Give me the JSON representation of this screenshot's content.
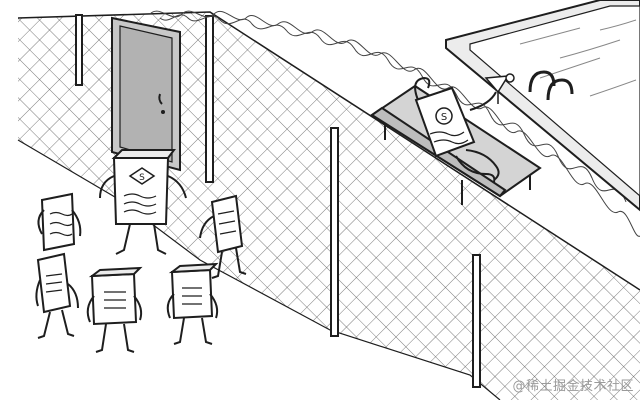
{
  "scene": {
    "title": "",
    "characters": {
      "pool_character_emblem": "S",
      "boss_emblem": "S"
    }
  },
  "watermark": "@稀土掘金技术社区",
  "colors": {
    "ink": "#1e1e1e",
    "paper": "#ffffff",
    "door": "#b9b9b9",
    "fence_mesh": "#555555",
    "pool_edge": "#d8d8d8"
  },
  "icons": [
    "door-icon",
    "fence-icon",
    "barbed-wire-icon",
    "sun-lounger-icon",
    "cocktail-glass-icon",
    "pool-ladder-icon"
  ]
}
